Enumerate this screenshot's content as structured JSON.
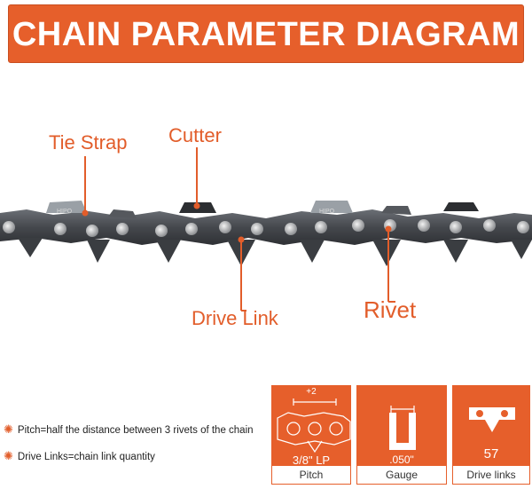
{
  "title": "CHAIN PARAMETER DIAGRAM",
  "labels": {
    "tie_strap": "Tie Strap",
    "cutter": "Cutter",
    "drive_link": "Drive Link",
    "rivet": "Rivet"
  },
  "link_stamp": "HIPO",
  "legend": {
    "pitch": "Pitch=half the distance between 3 rivets of the chain",
    "drive_links": "Drive Links=chain link quantity"
  },
  "panels": {
    "pitch": {
      "marker": "+2",
      "value": "3/8\" LP",
      "caption": "Pitch"
    },
    "gauge": {
      "value": ".050\"",
      "caption": "Gauge"
    },
    "drive_links": {
      "value": "57",
      "caption": "Drive links"
    }
  },
  "colors": {
    "accent": "#e65f2b",
    "chain": "#4a4d52",
    "rivet": "#c9c9c9"
  },
  "icons": [
    "sun-bullet-icon",
    "pitch-diagram-icon",
    "gauge-icon",
    "drive-link-icon"
  ]
}
